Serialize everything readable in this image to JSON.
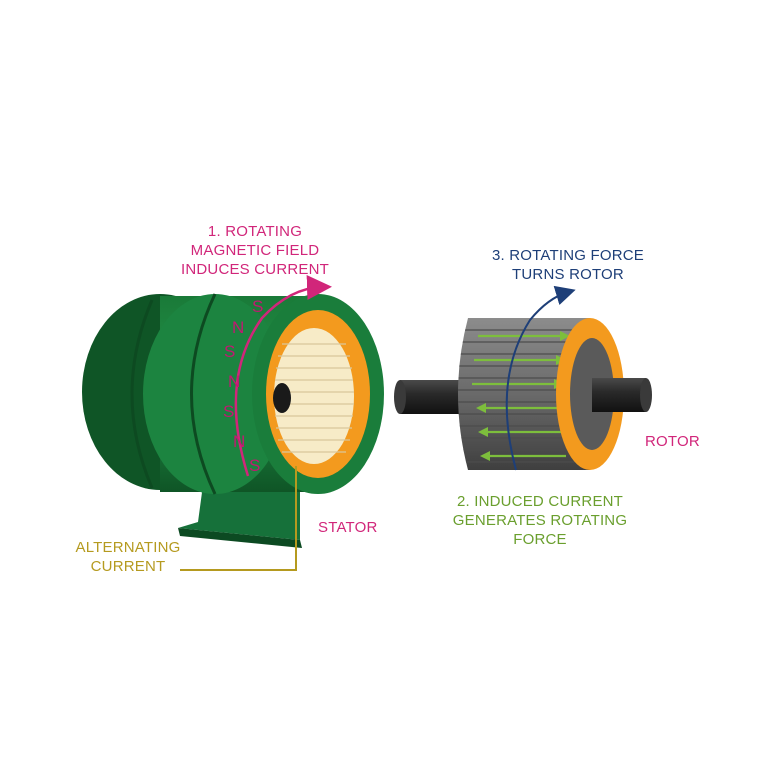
{
  "colors": {
    "magenta": "#d1267a",
    "pole": "#c21872",
    "navy": "#1e3f78",
    "green_text": "#6a9f2e",
    "olive_text": "#b59a1f",
    "stator_green": "#1e8a3f",
    "stator_dark": "#0f5526",
    "orange": "#f39a1e",
    "winding": "#f7ebc7",
    "rotor_gray": "#6f6f6f",
    "shaft": "#2b2b2b",
    "bar_green": "#7dbe3c"
  },
  "labels": {
    "step1_line1": "1. ROTATING",
    "step1_line2": "MAGNETIC FIELD",
    "step1_line3": "INDUCES CURRENT",
    "step3_line1": "3. ROTATING FORCE",
    "step3_line2": "TURNS ROTOR",
    "rotor": "ROTOR",
    "stator": "STATOR",
    "step2_line1": "2. INDUCED CURRENT",
    "step2_line2": "GENERATES ROTATING",
    "step2_line3": "FORCE",
    "ac_line1": "ALTERNATING",
    "ac_line2": "CURRENT"
  },
  "poles": [
    "S",
    "N",
    "S",
    "N",
    "S",
    "N",
    "S"
  ]
}
